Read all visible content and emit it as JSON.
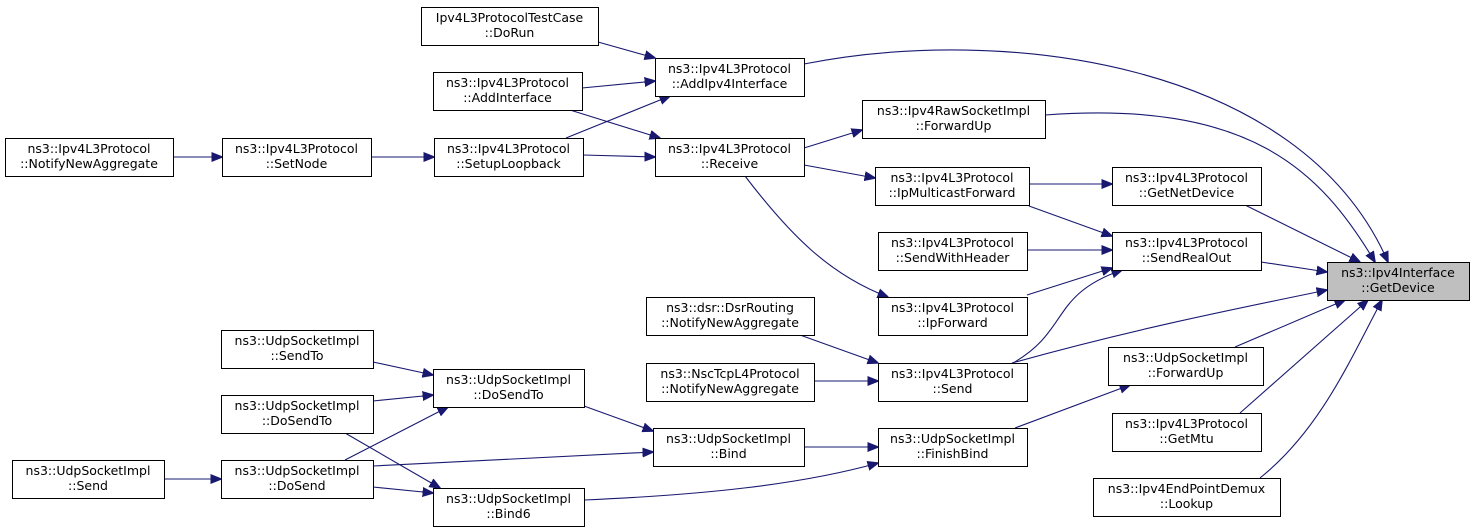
{
  "nodes": [
    {
      "id": "ipv4if_getdevice",
      "lines": [
        "ns3::Ipv4Interface",
        "::GetDevice"
      ],
      "highlight": true
    },
    {
      "id": "l3_addipv4if",
      "lines": [
        "ns3::Ipv4L3Protocol",
        "::AddIpv4Interface"
      ]
    },
    {
      "id": "test_dorun",
      "lines": [
        "Ipv4L3ProtocolTestCase",
        "::DoRun"
      ]
    },
    {
      "id": "l3_addinterface",
      "lines": [
        "ns3::Ipv4L3Protocol",
        "::AddInterface"
      ]
    },
    {
      "id": "l3_setuploopback",
      "lines": [
        "ns3::Ipv4L3Protocol",
        "::SetupLoopback"
      ]
    },
    {
      "id": "l3_setnode",
      "lines": [
        "ns3::Ipv4L3Protocol",
        "::SetNode"
      ]
    },
    {
      "id": "l3_notifynewagg",
      "lines": [
        "ns3::Ipv4L3Protocol",
        "::NotifyNewAggregate"
      ]
    },
    {
      "id": "l3_receive",
      "lines": [
        "ns3::Ipv4L3Protocol",
        "::Receive"
      ]
    },
    {
      "id": "raw_forwardup",
      "lines": [
        "ns3::Ipv4RawSocketImpl",
        "::ForwardUp"
      ]
    },
    {
      "id": "l3_ipmcastfwd",
      "lines": [
        "ns3::Ipv4L3Protocol",
        "::IpMulticastForward"
      ]
    },
    {
      "id": "l3_getnetdevice",
      "lines": [
        "ns3::Ipv4L3Protocol",
        "::GetNetDevice"
      ]
    },
    {
      "id": "l3_sendrealout",
      "lines": [
        "ns3::Ipv4L3Protocol",
        "::SendRealOut"
      ]
    },
    {
      "id": "l3_sendwithheader",
      "lines": [
        "ns3::Ipv4L3Protocol",
        "::SendWithHeader"
      ]
    },
    {
      "id": "l3_ipforward",
      "lines": [
        "ns3::Ipv4L3Protocol",
        "::IpForward"
      ]
    },
    {
      "id": "l3_send",
      "lines": [
        "ns3::Ipv4L3Protocol",
        "::Send"
      ]
    },
    {
      "id": "dsr_notifynewagg",
      "lines": [
        "ns3::dsr::DsrRouting",
        "::NotifyNewAggregate"
      ]
    },
    {
      "id": "nsc_notifynewagg",
      "lines": [
        "ns3::NscTcpL4Protocol",
        "::NotifyNewAggregate"
      ]
    },
    {
      "id": "udp_forwardup",
      "lines": [
        "ns3::UdpSocketImpl",
        "::ForwardUp"
      ]
    },
    {
      "id": "l3_getmtu",
      "lines": [
        "ns3::Ipv4L3Protocol",
        "::GetMtu"
      ]
    },
    {
      "id": "demux_lookup",
      "lines": [
        "ns3::Ipv4EndPointDemux",
        "::Lookup"
      ]
    },
    {
      "id": "udp_finishbind",
      "lines": [
        "ns3::UdpSocketImpl",
        "::FinishBind"
      ]
    },
    {
      "id": "udp_bind",
      "lines": [
        "ns3::UdpSocketImpl",
        "::Bind"
      ]
    },
    {
      "id": "udp_bind6",
      "lines": [
        "ns3::UdpSocketImpl",
        "::Bind6"
      ]
    },
    {
      "id": "udp_dosendto",
      "lines": [
        "ns3::UdpSocketImpl",
        "::DoSendTo"
      ]
    },
    {
      "id": "udp_sendto",
      "lines": [
        "ns3::UdpSocketImpl",
        "::SendTo"
      ]
    },
    {
      "id": "udp_dosendto2",
      "lines": [
        "ns3::UdpSocketImpl",
        "::DoSendTo"
      ]
    },
    {
      "id": "udp_dosend",
      "lines": [
        "ns3::UdpSocketImpl",
        "::DoSend"
      ]
    },
    {
      "id": "udp_send",
      "lines": [
        "ns3::UdpSocketImpl",
        "::Send"
      ]
    }
  ],
  "edges": [
    {
      "from": "test_dorun",
      "to": "l3_addipv4if"
    },
    {
      "from": "l3_addinterface",
      "to": "l3_addipv4if"
    },
    {
      "from": "l3_setuploopback",
      "to": "l3_addipv4if"
    },
    {
      "from": "l3_addipv4if",
      "to": "ipv4if_getdevice"
    },
    {
      "from": "l3_notifynewagg",
      "to": "l3_setnode"
    },
    {
      "from": "l3_setnode",
      "to": "l3_setuploopback"
    },
    {
      "from": "l3_setuploopback",
      "to": "l3_receive"
    },
    {
      "from": "l3_addinterface",
      "to": "l3_receive"
    },
    {
      "from": "l3_receive",
      "to": "raw_forwardup"
    },
    {
      "from": "l3_receive",
      "to": "l3_ipmcastfwd"
    },
    {
      "from": "l3_receive",
      "to": "l3_ipforward"
    },
    {
      "from": "raw_forwardup",
      "to": "ipv4if_getdevice"
    },
    {
      "from": "l3_ipmcastfwd",
      "to": "l3_getnetdevice"
    },
    {
      "from": "l3_ipmcastfwd",
      "to": "l3_sendrealout"
    },
    {
      "from": "l3_getnetdevice",
      "to": "ipv4if_getdevice"
    },
    {
      "from": "l3_sendwithheader",
      "to": "l3_sendrealout"
    },
    {
      "from": "l3_ipforward",
      "to": "l3_sendrealout"
    },
    {
      "from": "l3_send",
      "to": "l3_sendrealout"
    },
    {
      "from": "l3_sendrealout",
      "to": "ipv4if_getdevice"
    },
    {
      "from": "l3_send",
      "to": "ipv4if_getdevice"
    },
    {
      "from": "dsr_notifynewagg",
      "to": "l3_send"
    },
    {
      "from": "nsc_notifynewagg",
      "to": "l3_send"
    },
    {
      "from": "udp_finishbind",
      "to": "udp_forwardup"
    },
    {
      "from": "udp_forwardup",
      "to": "ipv4if_getdevice"
    },
    {
      "from": "l3_getmtu",
      "to": "ipv4if_getdevice"
    },
    {
      "from": "demux_lookup",
      "to": "ipv4if_getdevice"
    },
    {
      "from": "udp_bind",
      "to": "udp_finishbind"
    },
    {
      "from": "udp_bind6",
      "to": "udp_finishbind"
    },
    {
      "from": "udp_dosendto",
      "to": "udp_bind"
    },
    {
      "from": "udp_dosend",
      "to": "udp_bind"
    },
    {
      "from": "udp_dosend",
      "to": "udp_bind6"
    },
    {
      "from": "udp_dosendto2",
      "to": "udp_bind6"
    },
    {
      "from": "udp_sendto",
      "to": "udp_dosendto"
    },
    {
      "from": "udp_dosendto2",
      "to": "udp_dosendto"
    },
    {
      "from": "udp_dosend",
      "to": "udp_dosendto"
    },
    {
      "from": "udp_send",
      "to": "udp_dosend"
    }
  ]
}
